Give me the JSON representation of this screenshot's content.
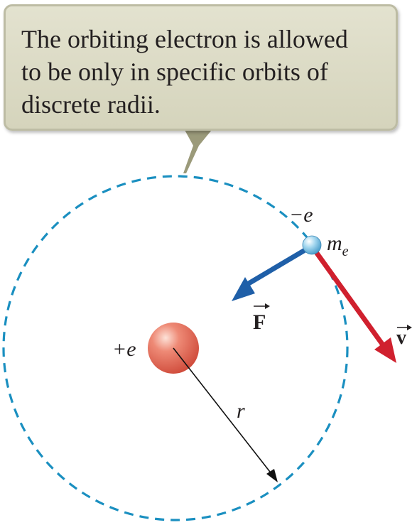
{
  "callout": {
    "lines": [
      "The orbiting electron is allowed",
      "to be only in specific orbits of",
      "discrete radii."
    ]
  },
  "labels": {
    "electron_charge": "−e",
    "electron_mass_symbol": "m",
    "electron_mass_subscript": "e",
    "nucleus_charge": "+e",
    "radius": "r",
    "force": "F",
    "velocity": "v"
  },
  "colors": {
    "orbit": "#1a8fc0",
    "force_arrow": "#1f5fa8",
    "velocity_arrow": "#d0202e",
    "nucleus": "#e0604f",
    "electron": "#7fc4e6",
    "callout_fill": "#dcdbc6"
  }
}
